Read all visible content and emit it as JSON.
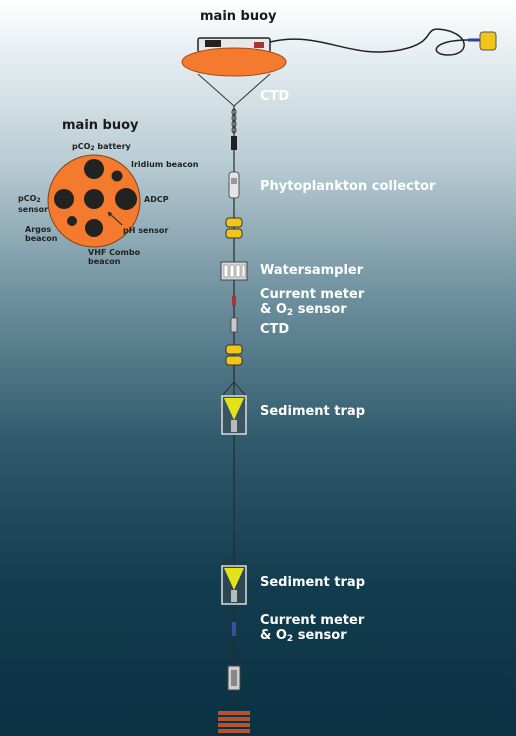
{
  "title_top": "main buoy",
  "title_inset": "main buoy",
  "instruments": [
    {
      "key": "ctd_top",
      "text": "CTD"
    },
    {
      "key": "phyto",
      "text": "Phytoplankton collector"
    },
    {
      "key": "water",
      "text": "Watersampler"
    },
    {
      "key": "cm1_line1",
      "text": "Current meter"
    },
    {
      "key": "cm1_line2_pre",
      "text": "& O"
    },
    {
      "key": "cm1_line2_sub",
      "text": "2"
    },
    {
      "key": "cm1_line2_post",
      "text": " sensor"
    },
    {
      "key": "ctd_mid",
      "text": "CTD"
    },
    {
      "key": "trap1",
      "text": "Sediment trap"
    },
    {
      "key": "trap2",
      "text": "Sediment trap"
    },
    {
      "key": "cm2_line1",
      "text": "Current meter"
    },
    {
      "key": "cm2_line2_pre",
      "text": "& O"
    },
    {
      "key": "cm2_line2_sub",
      "text": "2"
    },
    {
      "key": "cm2_line2_post",
      "text": " sensor"
    }
  ],
  "buoy_parts": {
    "pco2_battery_pre": "pCO",
    "pco2_battery_sub": "2",
    "pco2_battery_post": " battery",
    "iridium": "Iridium beacon",
    "adcp": "ADCP",
    "pco2_sensor_pre": "pCO",
    "pco2_sensor_sub": "2",
    "pco2_sensor_post": "sensor",
    "argos_1": "Argos",
    "argos_2": "beacon",
    "ph": "pH sensor",
    "vhf_1": "VHF Combo",
    "vhf_2": "beacon"
  },
  "colors": {
    "buoy_orange": "#f47a2e",
    "sediment_yellow": "#e3e31b",
    "float_yellow": "#f2c51a",
    "anchor_red": "#b5532e",
    "label_white": "#ffffff",
    "label_dark": "#1a1a1a"
  }
}
